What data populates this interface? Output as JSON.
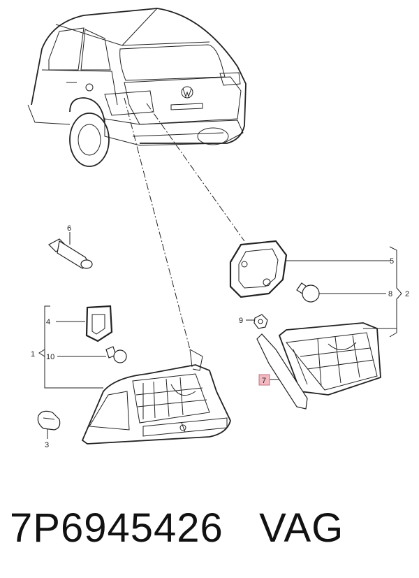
{
  "diagram": {
    "callouts": {
      "c1": "1",
      "c2": "2",
      "c3": "3",
      "c4": "4",
      "c5": "5",
      "c6": "6",
      "c7": "7",
      "c8": "8",
      "c9": "9",
      "c10": "10"
    },
    "highlight_color": "#f3b9c1"
  },
  "footer": {
    "part_number": "7P6945426",
    "brand": "VAG"
  }
}
